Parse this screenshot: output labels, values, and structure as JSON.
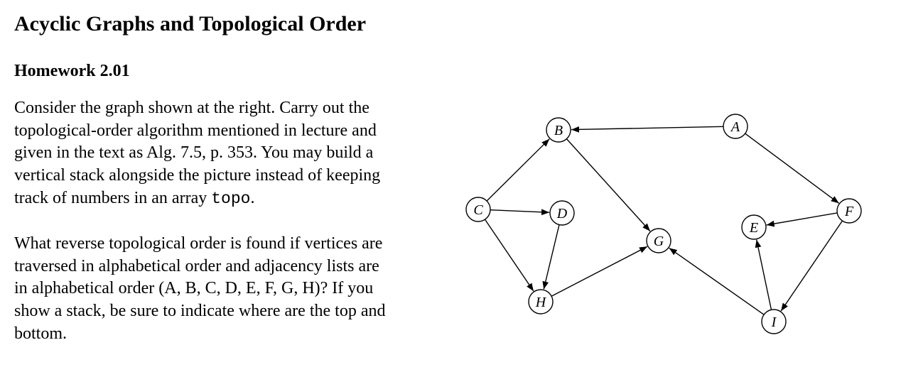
{
  "document": {
    "title": "Acyclic Graphs and Topological Order",
    "subtitle": "Homework 2.01",
    "paragraph1": {
      "line1": "Consider the graph shown at the right.  Carry out the",
      "line2": "topological-order algorithm mentioned in lecture and",
      "line3": "given in the text as Alg. 7.5, p. 353.  You may build a",
      "line4": "vertical stack alongside the picture instead of keeping",
      "line5_prefix": "track of numbers in an array ",
      "line5_code": "topo",
      "line5_suffix": "."
    },
    "paragraph2": {
      "line1": "What reverse topological order is found if vertices are",
      "line2": "traversed in alphabetical order and adjacency lists are",
      "line3": "in alphabetical order (A, B, C, D, E, F, G, H)? If you",
      "line4": "show a stack, be sure to indicate where are the top and",
      "line5": "bottom."
    }
  },
  "graph": {
    "nodes": [
      {
        "id": "A",
        "label": "A"
      },
      {
        "id": "B",
        "label": "B"
      },
      {
        "id": "C",
        "label": "C"
      },
      {
        "id": "D",
        "label": "D"
      },
      {
        "id": "E",
        "label": "E"
      },
      {
        "id": "F",
        "label": "F"
      },
      {
        "id": "G",
        "label": "G"
      },
      {
        "id": "H",
        "label": "H"
      },
      {
        "id": "I",
        "label": "I"
      }
    ],
    "edges": [
      {
        "from": "A",
        "to": "B"
      },
      {
        "from": "A",
        "to": "F"
      },
      {
        "from": "B",
        "to": "G"
      },
      {
        "from": "C",
        "to": "B"
      },
      {
        "from": "C",
        "to": "D"
      },
      {
        "from": "C",
        "to": "H"
      },
      {
        "from": "D",
        "to": "H"
      },
      {
        "from": "H",
        "to": "G"
      },
      {
        "from": "F",
        "to": "E"
      },
      {
        "from": "F",
        "to": "I"
      },
      {
        "from": "I",
        "to": "E"
      },
      {
        "from": "I",
        "to": "G"
      }
    ]
  }
}
